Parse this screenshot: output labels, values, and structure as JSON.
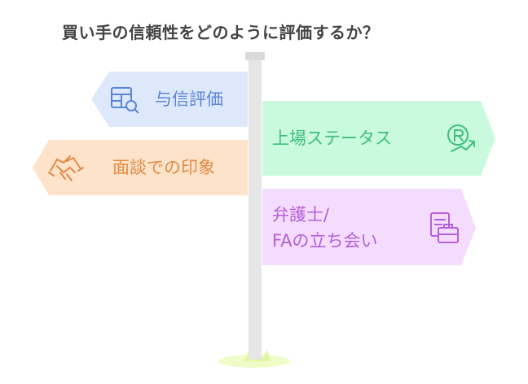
{
  "title": "買い手の信頼性をどのように評価するか？",
  "signs": [
    {
      "label": "与信評価",
      "icon": "credit-evaluation-icon",
      "fill": "#dde8fb",
      "color": "#5b86d8"
    },
    {
      "label": "面談での印象",
      "icon": "handshake-icon",
      "fill": "#fde3ca",
      "color": "#e08a45"
    },
    {
      "label": "上場ステータス",
      "icon": "registered-growth-icon",
      "fill": "#c9fadd",
      "color": "#3fbf7a"
    },
    {
      "lines": [
        "弁護士/",
        "FAの立ち会い"
      ],
      "icon": "legal-documents-briefcase-icon",
      "fill": "#f3dcfd",
      "color": "#b45fdc"
    }
  ]
}
